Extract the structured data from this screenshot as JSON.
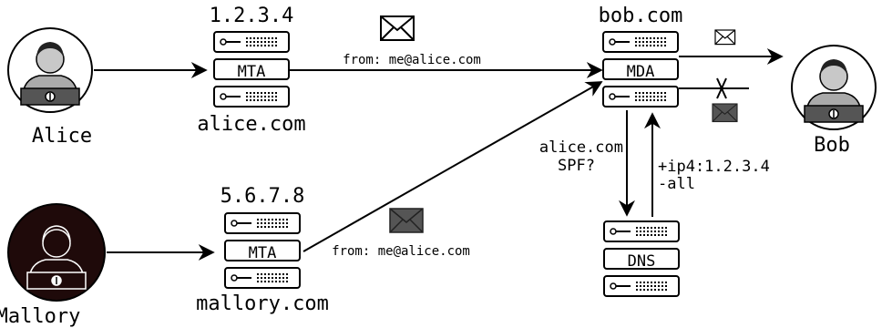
{
  "actors": {
    "alice": {
      "label": "Alice"
    },
    "mallory": {
      "label": "Mallory"
    },
    "bob": {
      "label": "Bob"
    }
  },
  "servers": {
    "alice_mta": {
      "ip": "1.2.3.4",
      "label": "MTA",
      "domain": "alice.com"
    },
    "mallory_mta": {
      "ip": "5.6.7.8",
      "label": "MTA",
      "domain": "mallory.com"
    },
    "bob_mda": {
      "domain": "bob.com",
      "label": "MDA"
    },
    "dns": {
      "label": "DNS"
    }
  },
  "messages": {
    "alice_from": "from: me@alice.com",
    "mallory_from": "from: me@alice.com"
  },
  "dns_query": {
    "line1": "alice.com",
    "line2": "SPF?"
  },
  "dns_answer": {
    "line1": "+ip4:1.2.3.4",
    "line2": "-all"
  },
  "colors": {
    "stroke": "#000000",
    "mallory_bg": "#1f0a0a",
    "envelope_fill": "#555555"
  }
}
